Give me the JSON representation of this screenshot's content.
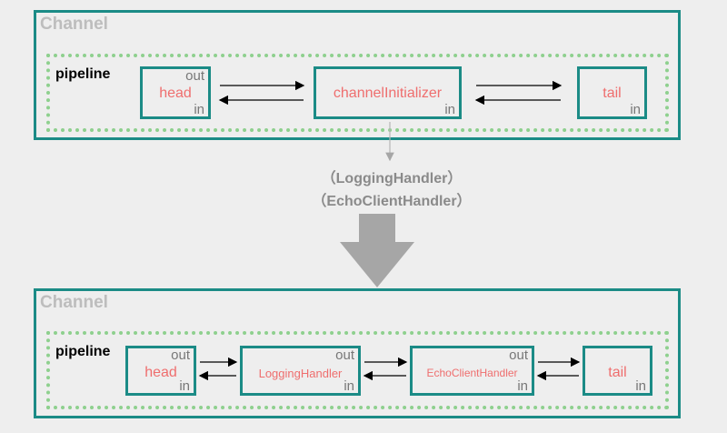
{
  "top": {
    "channel_label": "Channel",
    "pipeline_label": "pipeline",
    "handlers": [
      {
        "name": "head",
        "out": "out",
        "in": "in"
      },
      {
        "name": "channelInitializer",
        "in": "in"
      },
      {
        "name": "tail",
        "in": "in"
      }
    ]
  },
  "middle": {
    "line1": "（LoggingHandler）",
    "line2": "（EchoClientHandler）"
  },
  "bottom": {
    "channel_label": "Channel",
    "pipeline_label": "pipeline",
    "handlers": [
      {
        "name": "head",
        "out": "out",
        "in": "in"
      },
      {
        "name": "LoggingHandler",
        "out": "out",
        "in": "in"
      },
      {
        "name": "EchoClientHandler",
        "out": "out",
        "in": "in"
      },
      {
        "name": "tail",
        "in": "in"
      }
    ]
  },
  "colors": {
    "border": "#1b8b86",
    "pipeline_dots": "#8ed08e",
    "handler_text": "#ef6e6e",
    "channel_label": "#bdbdbd",
    "arrow_down": "#a6a6a6"
  }
}
